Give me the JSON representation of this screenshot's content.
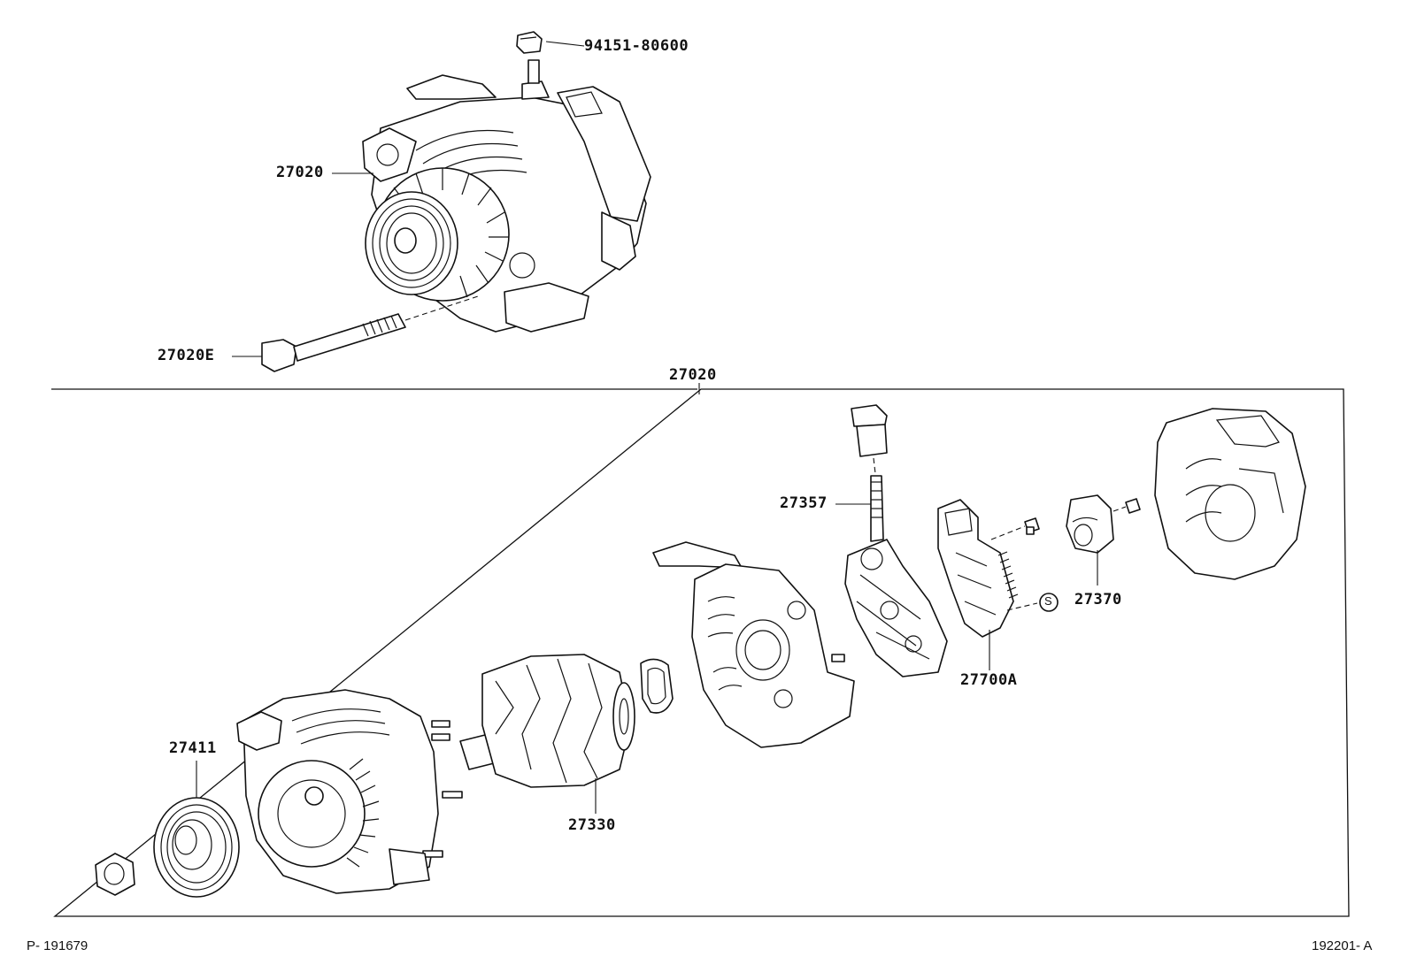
{
  "labels": {
    "bolt_terminal": "94151-80600",
    "alternator_top": "27020",
    "through_bolt": "27020E",
    "assembly_group": "27020",
    "terminal_bolt": "27357",
    "regulator": "27700A",
    "brush_holder": "27370",
    "pulley": "27411",
    "rotor": "27330",
    "sealant_symbol": "S"
  },
  "footer": {
    "left_code": "P- 191679",
    "right_code": "192201- A"
  }
}
